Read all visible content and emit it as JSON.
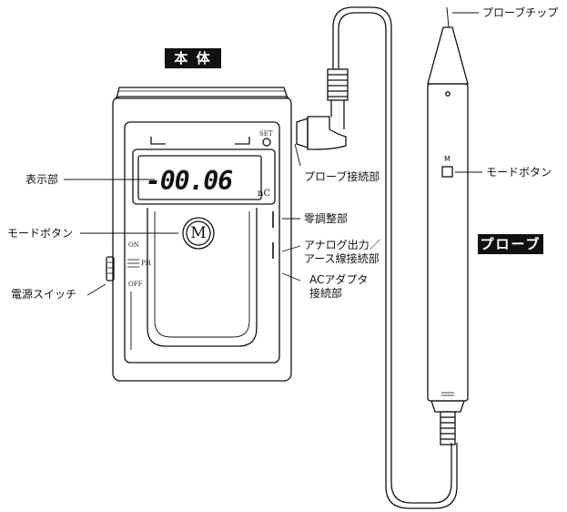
{
  "titles": {
    "body": "本 体",
    "probe": "プローブ"
  },
  "display": {
    "reading": "-00.06",
    "unit": "nC"
  },
  "panel": {
    "set": "SET",
    "on": "ON",
    "ph": "PH",
    "off": "OFF",
    "mode_key": "M"
  },
  "probe": {
    "mode_key": "M"
  },
  "labels": {
    "probe_tip": "プローブチップ",
    "probe_connector": "プローブ接続部",
    "display": "表示部",
    "mode_button_main": "モードボタン",
    "mode_button_probe": "モードボタン",
    "zero_adjust": "零調整部",
    "analog_out_1": "アナログ出力／",
    "analog_out_2": "アース線接続部",
    "ac_adapter_1": "ACアダプタ",
    "ac_adapter_2": "接続部",
    "power_switch": "電源スイッチ"
  }
}
